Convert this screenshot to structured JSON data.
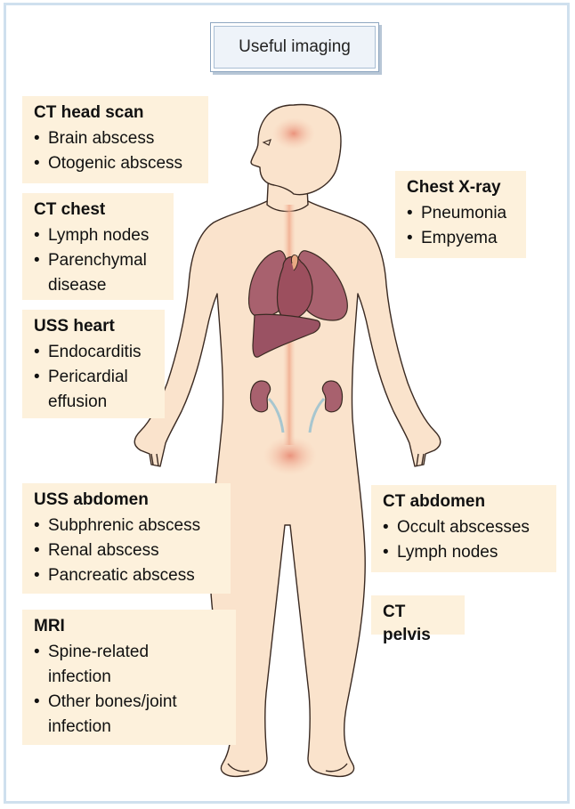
{
  "title": "Useful imaging",
  "colors": {
    "box_fill": "#fdf1dc",
    "skin": "#fae3cc",
    "organ": "#a8616e",
    "frame": "#cfe0ee"
  },
  "boxes": {
    "ct_head": {
      "heading": "CT head scan",
      "items": [
        "Brain abscess",
        "Otogenic abscess"
      ]
    },
    "ct_chest": {
      "heading": "CT chest",
      "items": [
        "Lymph nodes",
        "Parenchymal disease"
      ]
    },
    "uss_heart": {
      "heading": "USS heart",
      "items": [
        "Endocarditis",
        "Pericardial effusion"
      ]
    },
    "uss_abdomen": {
      "heading": "USS abdomen",
      "items": [
        "Subphrenic abscess",
        "Renal abscess",
        "Pancreatic abscess"
      ]
    },
    "mri": {
      "heading": "MRI",
      "items": [
        "Spine-related infection",
        "Other bones/joint infection"
      ]
    },
    "chest_xray": {
      "heading": "Chest X-ray",
      "items": [
        "Pneumonia",
        "Empyema"
      ]
    },
    "ct_abdomen": {
      "heading": "CT abdomen",
      "items": [
        "Occult abscesses",
        "Lymph nodes"
      ]
    },
    "ct_pelvis": {
      "heading": "CT pelvis",
      "items": []
    }
  }
}
